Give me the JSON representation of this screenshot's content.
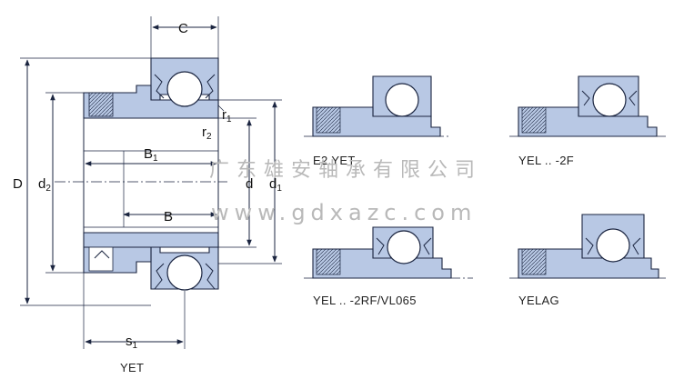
{
  "main_drawing": {
    "labels": {
      "C": "C",
      "r1": "r",
      "r1_sub": "1",
      "r2": "r",
      "r2_sub": "2",
      "D": "D",
      "d2": "d",
      "d2_sub": "2",
      "B1": "B",
      "B1_sub": "1",
      "B": "B",
      "d": "d",
      "d1": "d",
      "d1_sub": "1",
      "s1": "s",
      "s1_sub": "1"
    },
    "caption": "YET"
  },
  "variants": [
    {
      "caption": "E2.YET"
    },
    {
      "caption": "YEL .. -2F"
    },
    {
      "caption": "YEL .. -2RF/VL065"
    },
    {
      "caption": "YELAG"
    }
  ],
  "watermark": {
    "company": "广东雄安轴承有限公司",
    "url": "www.gdxazc.com"
  },
  "colors": {
    "part_fill": "#b8c8e4",
    "outline": "#1b2540",
    "watermark": "#b9b9b9"
  }
}
